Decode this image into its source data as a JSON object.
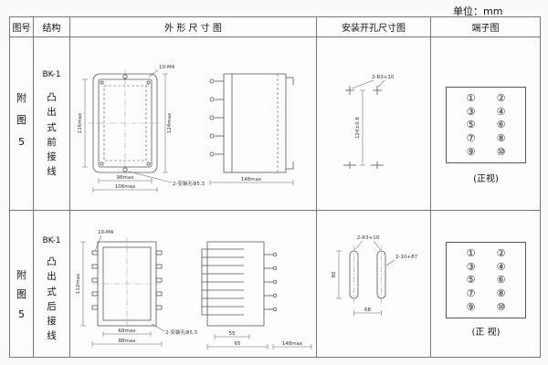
{
  "unit_label": "单位：mm",
  "headers": {
    "fig_no": "图号",
    "structure": "结构",
    "outline": "外 形 尺 寸 图",
    "mounting": "安装开孔尺寸图",
    "terminal": "端子图"
  },
  "rows": [
    {
      "fig_no": "附图5",
      "model": "BK-1",
      "structure": "凸出式前接线",
      "outline": {
        "height_left": "116max",
        "height_right": "124max",
        "width_inner": "98max",
        "width_outer": "106max",
        "screw_label": "10-M4",
        "hole_label": "2-安装孔Φ5.3",
        "side_length": "148max"
      },
      "mounting": {
        "hole_label": "2-R3+10",
        "vertical_spacing": "124±0.8"
      },
      "terminal": {
        "left": [
          "①",
          "③",
          "⑤",
          "⑦",
          "⑨"
        ],
        "right": [
          "②",
          "④",
          "⑥",
          "⑧",
          "⑩"
        ],
        "caption": "(正视)"
      }
    },
    {
      "fig_no": "附图5",
      "model": "BK-1",
      "structure": "凸出式后接线",
      "outline": {
        "height_left": "112max",
        "screw_label": "10-M4",
        "width_inner": "68max",
        "width_outer": "88max",
        "hole_label": "2-安装孔Φ5.3",
        "dim_a": "55",
        "dim_b": "65",
        "side_length": "148max"
      },
      "mounting": {
        "hole_label_top": "2-R3+10",
        "hole_label_right": "2-10+87",
        "vertical_dim": "80",
        "horizontal_dim": "68"
      },
      "terminal": {
        "left": [
          "①",
          "③",
          "⑤",
          "⑦",
          "⑨"
        ],
        "right": [
          "②",
          "④",
          "⑥",
          "⑧",
          "⑩"
        ],
        "caption": "(正 视)"
      }
    }
  ]
}
